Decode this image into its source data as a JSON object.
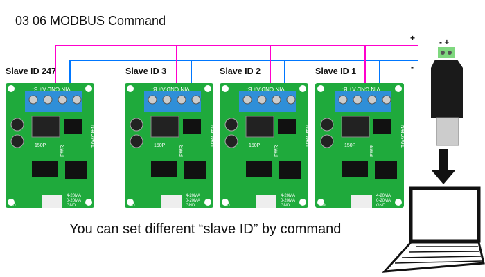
{
  "title": "03 06 MODBUS Command",
  "caption": "You can set different “slave ID” by command",
  "slaves": [
    {
      "label": "Slave ID 247"
    },
    {
      "label": "Slave ID 3"
    },
    {
      "label": "Slave ID 2"
    },
    {
      "label": "Slave ID 1"
    }
  ],
  "board": {
    "terminals": "VIN GND A+ B-",
    "model": "N4IOA01",
    "pwr": "PWR",
    "cap": "150P",
    "output": "4-20MA\n0-20MA\nGND",
    "io": "Io"
  },
  "bus": {
    "plus": "+",
    "minus": "-",
    "a_color": "#ff00cc",
    "b_color": "#0077ff"
  },
  "adapter": {
    "polarity": "- +"
  },
  "colors": {
    "pcb": "#1faa3c",
    "terminal": "#2f8fd8",
    "adapter": "#1a1a1a"
  }
}
